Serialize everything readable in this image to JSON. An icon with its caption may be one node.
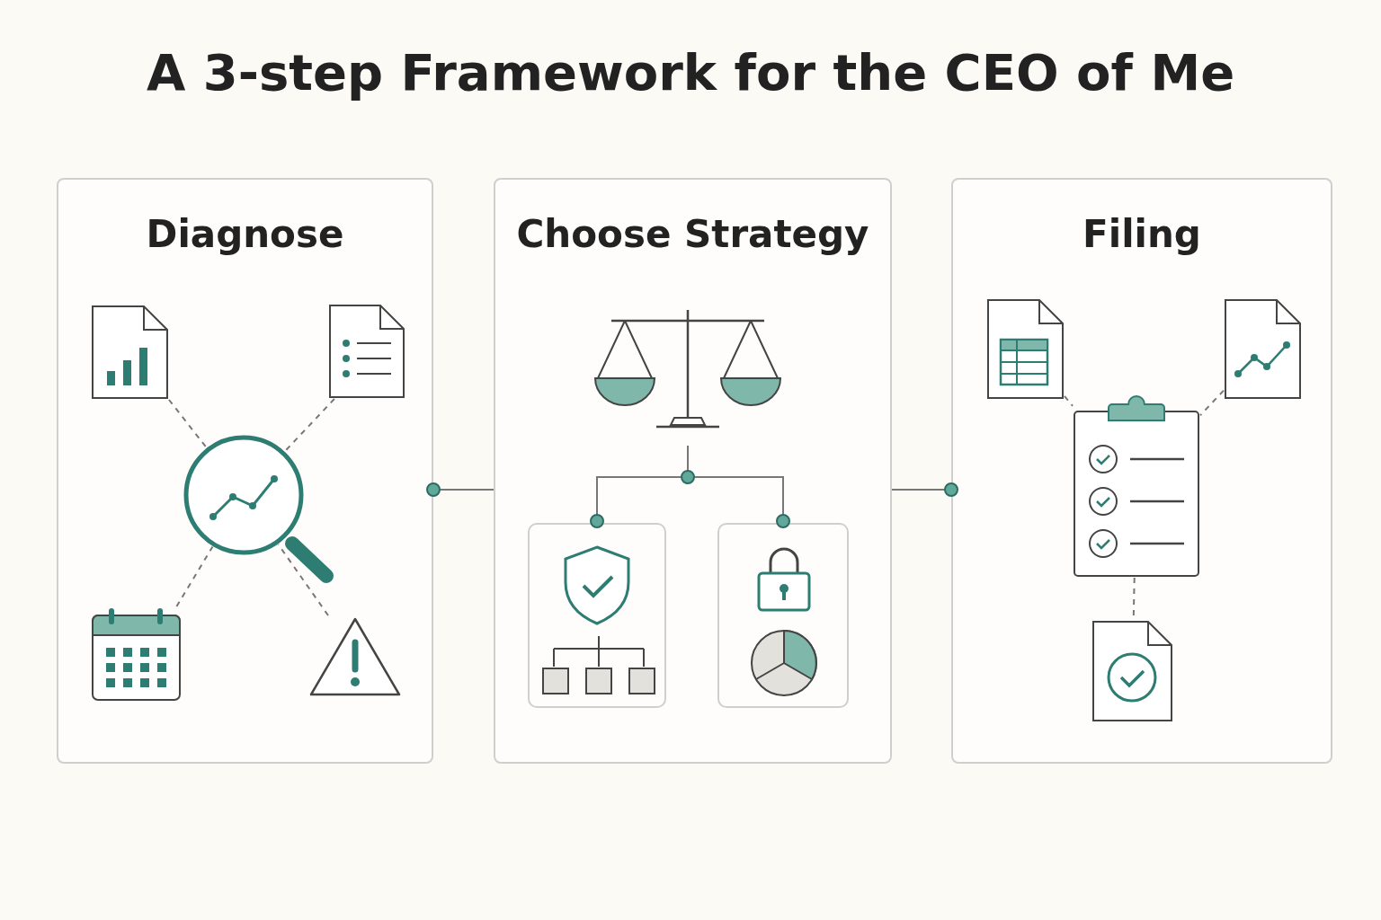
{
  "diagram": {
    "title": "A 3-step Framework for the CEO of Me",
    "nodes": [
      {
        "text": [
          "Diagnose"
        ]
      },
      {
        "text": [],
        "shape": "document",
        "in": 0
      },
      {
        "text": [],
        "shape": "document",
        "in": 0
      },
      {
        "text": [],
        "shape": "magnifier",
        "in": 0
      },
      {
        "text": [],
        "shape": "calendar",
        "in": 0
      },
      {
        "text": [],
        "shape": "triangle",
        "in": 0
      },
      {
        "text": [
          "Choose Strategy"
        ]
      },
      {
        "text": [],
        "shape": "scale",
        "in": 6
      },
      {
        "text": [],
        "shape": "box",
        "in": 6
      },
      {
        "text": [],
        "shape": "box",
        "in": 6
      },
      {
        "text": [
          "Filing"
        ]
      },
      {
        "text": [],
        "shape": "document",
        "in": 10
      },
      {
        "text": [],
        "shape": "document",
        "in": 10
      },
      {
        "text": [],
        "shape": "clipboard",
        "in": 10
      },
      {
        "text": [],
        "shape": "document",
        "in": 10
      }
    ],
    "edges": [
      {
        "from": 1,
        "to": 3,
        "arrow": "none",
        "style": "dashed"
      },
      {
        "from": 2,
        "to": 3,
        "arrow": "none",
        "style": "dashed"
      },
      {
        "from": 4,
        "to": 3,
        "arrow": "none",
        "style": "dashed"
      },
      {
        "from": 5,
        "to": 3,
        "arrow": "none",
        "style": "dashed"
      },
      {
        "from": 6,
        "to": 0,
        "arrow": "other"
      },
      {
        "from": 7,
        "to": 8,
        "arrow": "other"
      },
      {
        "from": 7,
        "to": 9,
        "arrow": "other"
      },
      {
        "from": 6,
        "to": 10,
        "arrow": "other"
      },
      {
        "from": 11,
        "to": 13,
        "arrow": "none",
        "style": "dashed"
      },
      {
        "from": 12,
        "to": 13,
        "arrow": "none",
        "style": "dashed"
      },
      {
        "from": 13,
        "to": 14,
        "arrow": "none",
        "style": "dashed"
      }
    ]
  }
}
